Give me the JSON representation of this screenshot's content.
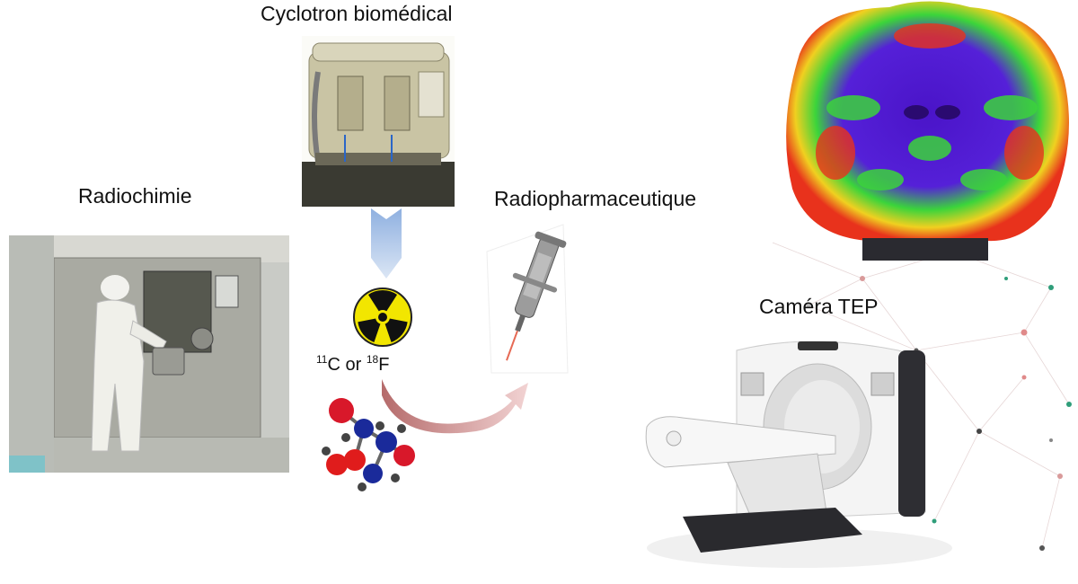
{
  "labels": {
    "cyclotron": "Cyclotron biomédical",
    "radiochimie": "Radiochimie",
    "radiopharmaceutique": "Radiopharmaceutique",
    "camera": "Caméra TEP"
  },
  "isotopes": {
    "mass1": "11",
    "elem1": "C",
    "conj": "or",
    "mass2": "18",
    "elem2": "F"
  },
  "colors": {
    "arrow_blue": "#a9c4e8",
    "arrow_pink": "#c98a8a",
    "radiation_yellow": "#f2e600",
    "brain_purple": "#4a14c8",
    "brain_green": "#3bd43b",
    "brain_red": "#e8321c"
  },
  "icons": [
    "radiation-icon",
    "molecule-icon",
    "syringe-icon",
    "cyclotron-photo",
    "radiochemistry-photo",
    "pet-scanner-photo",
    "brain-pet-scan-image"
  ]
}
